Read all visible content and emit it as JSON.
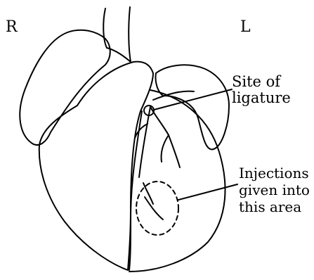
{
  "diagram": {
    "side_labels": {
      "right": "R",
      "left": "L"
    },
    "ligature_label": {
      "line1": "Site of",
      "line2": "ligature"
    },
    "injection_label": {
      "line1": "Injections",
      "line2": "given into",
      "line3": "this area"
    },
    "colors": {
      "ink": "#000000",
      "background": "#ffffff"
    }
  }
}
